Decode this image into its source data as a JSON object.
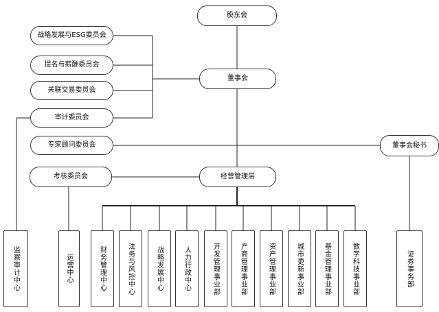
{
  "top": {
    "shareholders": "股东会",
    "board": "董事会",
    "management": "经营管理层",
    "board_secretary": "董事会秘书"
  },
  "committees": [
    "战略发展与ESG委员会",
    "提名与薪酬委员会",
    "关联交易委员会",
    "审计委员会",
    "专家顾问委员会",
    "考核委员会"
  ],
  "vertical_units": {
    "audit_center": "监察审计中心",
    "operations_center": "运营中心",
    "finance_center": "财务管理中心",
    "legal_risk_center": "法务与风控中心",
    "strategy_center": "战略发展中心",
    "hr_admin_center": "人力行政中心",
    "development_dept": "开发管理事业部",
    "industry_dept": "产商管理事业部",
    "asset_dept": "资产管理事业部",
    "urban_renewal_dept": "城市更新事业部",
    "fund_dept": "基金管理事业部",
    "digital_tech_dept": "数字科技事业部",
    "securities_dept": "证券事务部"
  }
}
